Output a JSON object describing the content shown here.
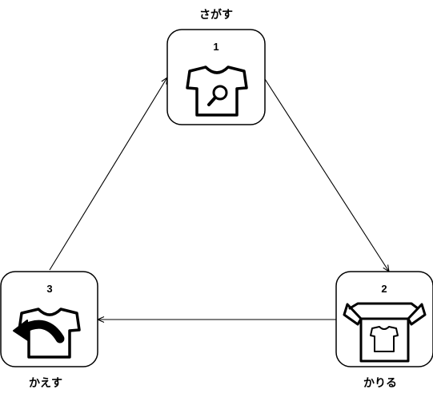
{
  "nodes": [
    {
      "id": "search",
      "number": "1",
      "label": "さがす",
      "icon": "t-shirt-search-icon"
    },
    {
      "id": "borrow",
      "number": "2",
      "label": "かりる",
      "icon": "t-shirt-box-icon"
    },
    {
      "id": "return",
      "number": "3",
      "label": "かえす",
      "icon": "t-shirt-return-icon"
    }
  ],
  "edges": [
    {
      "from": "1",
      "to": "2"
    },
    {
      "from": "2",
      "to": "3"
    },
    {
      "from": "3",
      "to": "1"
    }
  ]
}
